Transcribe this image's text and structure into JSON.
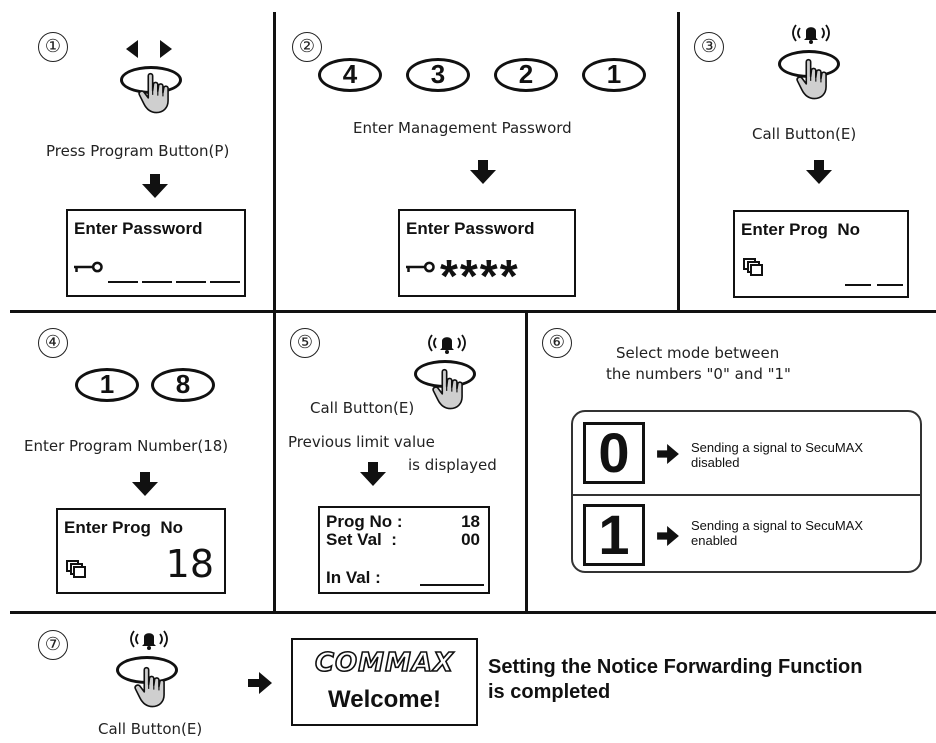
{
  "steps": {
    "s1": {
      "num": "①",
      "caption": "Press Program Button(P)",
      "lcd_title": "Enter Password"
    },
    "s2": {
      "num": "②",
      "keys": [
        "4",
        "3",
        "2",
        "1"
      ],
      "caption": "Enter Management Password",
      "lcd_title": "Enter Password",
      "lcd_value": "****"
    },
    "s3": {
      "num": "③",
      "caption": "Call Button(E)",
      "lcd_title": "Enter Prog  No"
    },
    "s4": {
      "num": "④",
      "keys": [
        "1",
        "8"
      ],
      "caption": "Enter Program Number(18)",
      "lcd_title": "Enter Prog  No",
      "lcd_value": "18"
    },
    "s5": {
      "num": "⑤",
      "caption": "Call Button(E)",
      "caption2_line1": "Previous limit value",
      "caption2_line2": "is displayed",
      "lcd_row1_label": "Prog No :",
      "lcd_row1_value": "18",
      "lcd_row2_label": "Set Val  :",
      "lcd_row2_value": "00",
      "lcd_row3_label": "In Val :"
    },
    "s6": {
      "num": "⑥",
      "caption_line1": "Select mode between",
      "caption_line2": "the numbers \"0\" and \"1\"",
      "options": [
        {
          "digit": "0",
          "line1": "Sending a signal to SecuMAX",
          "line2": "disabled"
        },
        {
          "digit": "1",
          "line1": "Sending a signal to SecuMAX",
          "line2": "enabled"
        }
      ]
    },
    "s7": {
      "num": "⑦",
      "caption": "Call Button(E)",
      "brand": "COMMAX",
      "welcome": "Welcome!",
      "result_line1": "Setting the Notice Forwarding Function",
      "result_line2": "is completed"
    }
  },
  "icons": {
    "program_button": "left-right-arrow-icon",
    "call_button": "bell-icon",
    "press": "pointing-hand-icon",
    "key": "key-icon",
    "program": "program-icon",
    "down_arrow": "down-arrow-icon",
    "right_arrow": "right-arrow-icon"
  }
}
